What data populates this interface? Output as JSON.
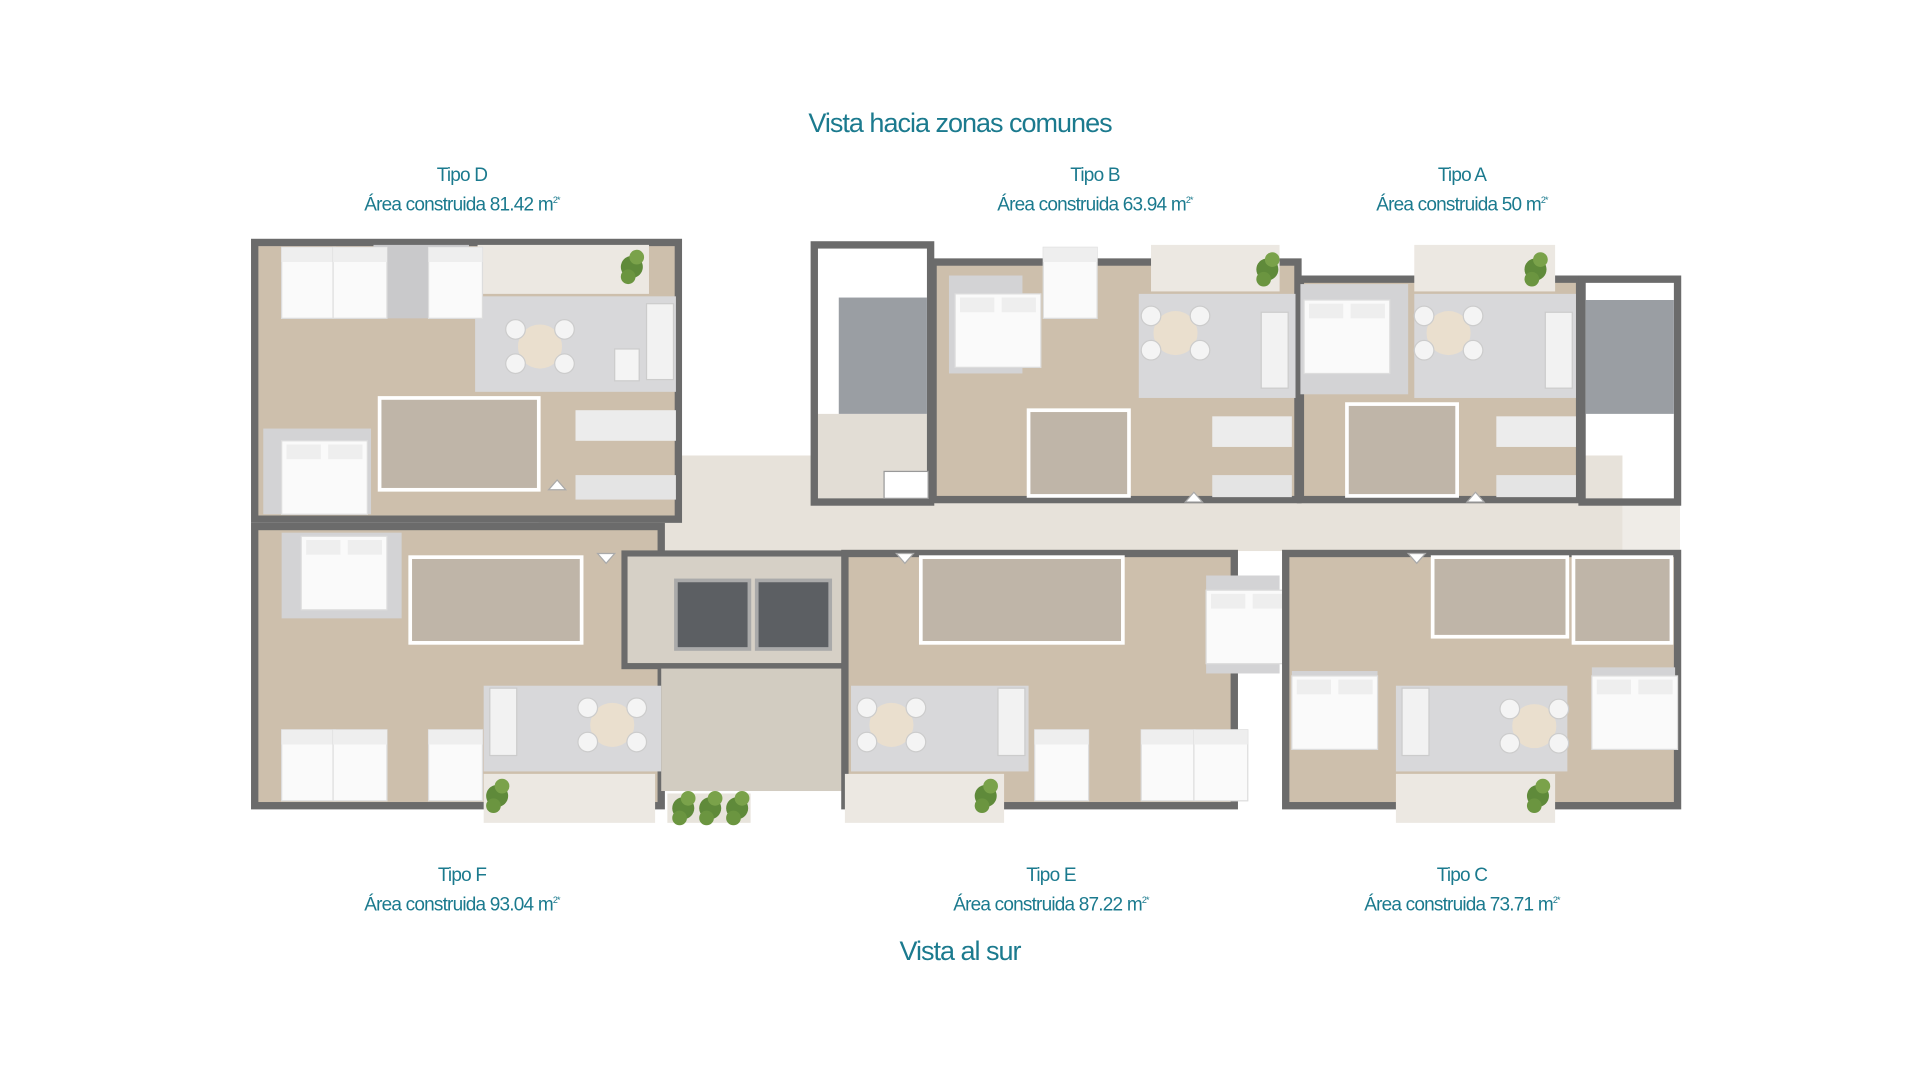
{
  "header": {
    "title": "Vista hacia zonas comunes"
  },
  "footer": {
    "title": "Vista al sur"
  },
  "area_unit": "m",
  "area_unit_sup": "2*",
  "units": [
    {
      "type": "Tipo D",
      "area": "Área construida 81.42"
    },
    {
      "type": "Tipo B",
      "area": "Área construida 63.94"
    },
    {
      "type": "Tipo A",
      "area": "Área construida 50"
    },
    {
      "type": "Tipo F",
      "area": "Área construida 93.04"
    },
    {
      "type": "Tipo E",
      "area": "Área construida 87.22"
    },
    {
      "type": "Tipo C",
      "area": "Área construida 73.71"
    }
  ],
  "colors": {
    "accent": "#1b7a8e",
    "wall": "#6b6b6b",
    "floor": "#cdbfac",
    "rug": "#d8d8da",
    "corridor": "#e7e2da"
  }
}
